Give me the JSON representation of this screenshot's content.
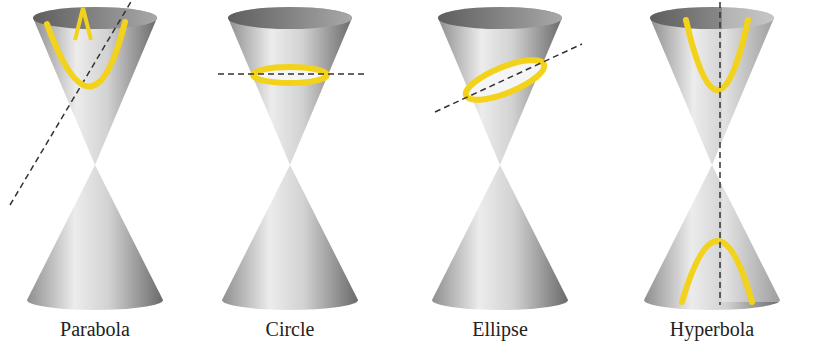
{
  "diagram": {
    "labels": [
      "Parabola",
      "Circle",
      "Ellipse",
      "Hyperbola"
    ]
  }
}
